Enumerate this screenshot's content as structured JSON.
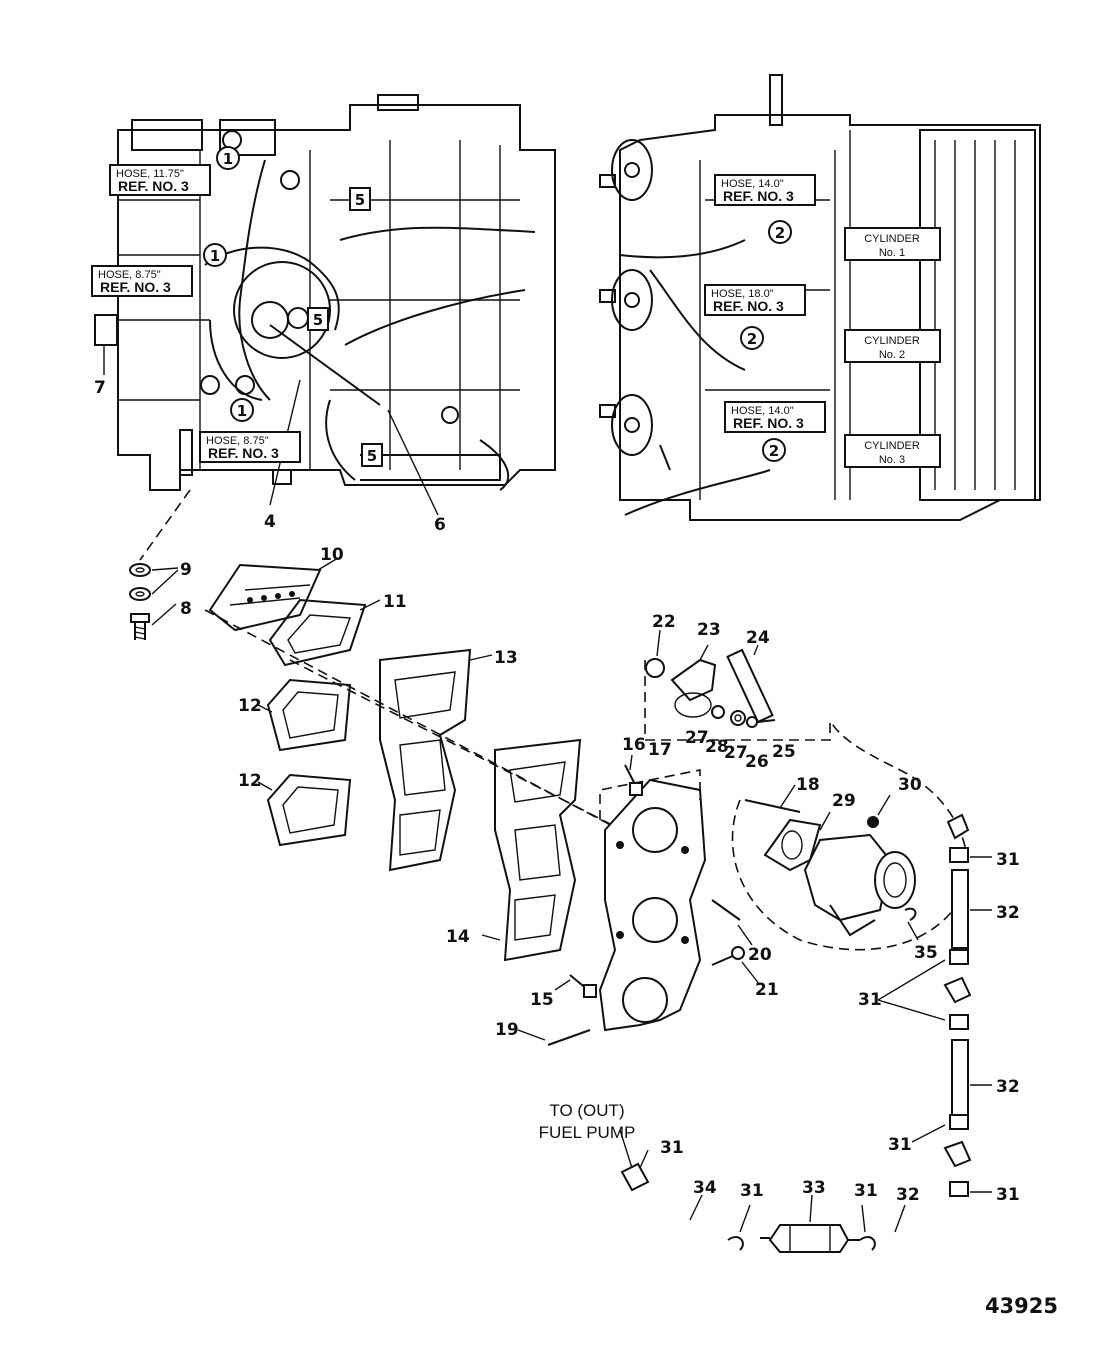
{
  "hose_labels": [
    {
      "line1": "HOSE,   11.75\"",
      "line2": "REF. NO. 3"
    },
    {
      "line1": "HOSE,   8.75\"",
      "line2": "REF. NO. 3"
    },
    {
      "line1": "HOSE,   8.75\"",
      "line2": "REF. NO. 3"
    },
    {
      "line1": "HOSE,   14.0\"",
      "line2": "REF. NO. 3"
    },
    {
      "line1": "HOSE,   18.0\"",
      "line2": "REF. NO. 3"
    },
    {
      "line1": "HOSE,   14.0\"",
      "line2": "REF. NO. 3"
    }
  ],
  "cylinder_labels": [
    {
      "line1": "CYLINDER",
      "line2": "No. 1"
    },
    {
      "line1": "CYLINDER",
      "line2": "No. 2"
    },
    {
      "line1": "CYLINDER",
      "line2": "No. 3"
    }
  ],
  "circled_refs": [
    "1",
    "1",
    "1",
    "2",
    "2",
    "2"
  ],
  "boxed_refs": [
    "5",
    "5",
    "5"
  ],
  "callouts": {
    "c4": "4",
    "c6": "6",
    "c7": "7",
    "c8": "8",
    "c9": "9",
    "c10": "10",
    "c11": "11",
    "c12a": "12",
    "c12b": "12",
    "c13": "13",
    "c14": "14",
    "c15": "15",
    "c16": "16",
    "c17": "17",
    "c18": "18",
    "c19": "19",
    "c20": "20",
    "c21": "21",
    "c22": "22",
    "c23": "23",
    "c24": "24",
    "c25": "25",
    "c26": "26",
    "c27a": "27",
    "c27b": "27",
    "c28": "28",
    "c29": "29",
    "c30": "30",
    "c31a": "31",
    "c31b": "31",
    "c31c": "31",
    "c31d": "31",
    "c31e": "31",
    "c31f": "31",
    "c31g": "31",
    "c32a": "32",
    "c32b": "32",
    "c32c": "32",
    "c33": "33",
    "c34": "34",
    "c35": "35"
  },
  "fuel_pump_label": {
    "line1": "TO (OUT)",
    "line2": "FUEL PUMP"
  },
  "document_number": "43925"
}
